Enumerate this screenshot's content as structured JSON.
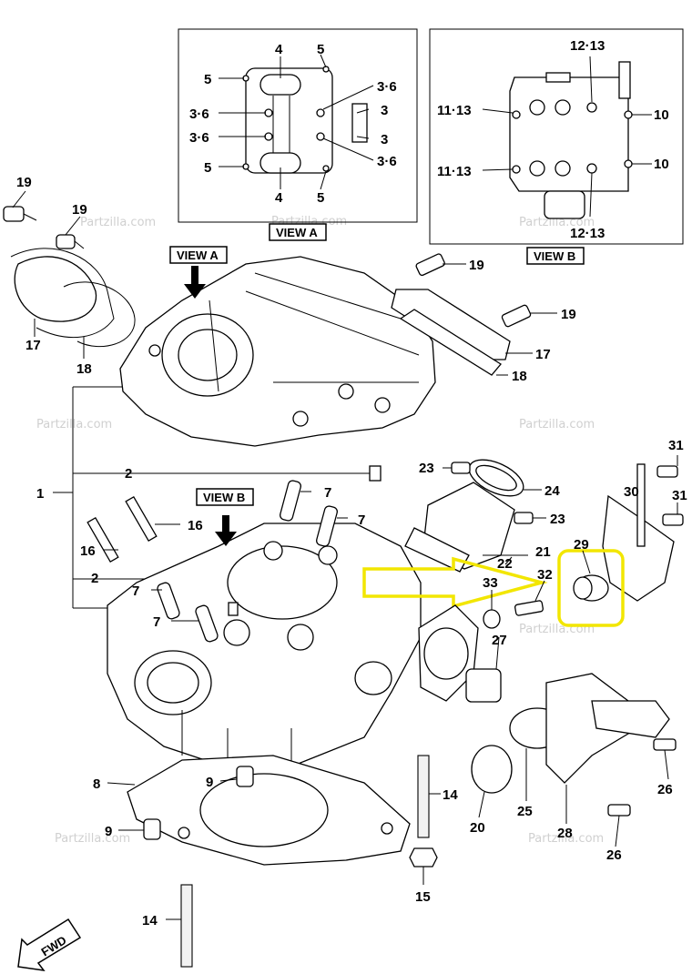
{
  "labels": {
    "l1": "1",
    "l2a": "2",
    "l2b": "2",
    "l7a": "7",
    "l7b": "7",
    "l7c": "7",
    "l7d": "7",
    "l8": "8",
    "l9a": "9",
    "l9b": "9",
    "l14a": "14",
    "l14b": "14",
    "l15": "15",
    "l16a": "16",
    "l16b": "16",
    "l17a": "17",
    "l17b": "17",
    "l18a": "18",
    "l18b": "18",
    "l19a": "19",
    "l19b": "19",
    "l19c": "19",
    "l19d": "19",
    "l20": "20",
    "l21": "21",
    "l22": "22",
    "l23a": "23",
    "l23b": "23",
    "l24": "24",
    "l25": "25",
    "l26a": "26",
    "l26b": "26",
    "l27": "27",
    "l28": "28",
    "l29": "29",
    "l30": "30",
    "l31a": "31",
    "l31b": "31",
    "l32": "32",
    "l33": "33"
  },
  "view_a": {
    "title": "VIEW A",
    "top_left": "4",
    "top_right": "5",
    "r5a": "5",
    "r36a": "3·6",
    "r36b": "3·6",
    "r36c": "3·6",
    "r36d": "3·6",
    "r3a": "3",
    "r3b": "3",
    "r5b": "5",
    "bot_left": "4",
    "bot_right": "5"
  },
  "view_b": {
    "title": "VIEW B",
    "top": "12·13",
    "l1113a": "11·13",
    "l1113b": "11·13",
    "r10a": "10",
    "r10b": "10",
    "bottom": "12·13"
  },
  "view_a_callout": "VIEW A",
  "view_b_callout": "VIEW B",
  "fwd": "FWD",
  "watermark": "Partzilla.com",
  "colors": {
    "highlight": "#f2e600",
    "ink": "#000000"
  }
}
